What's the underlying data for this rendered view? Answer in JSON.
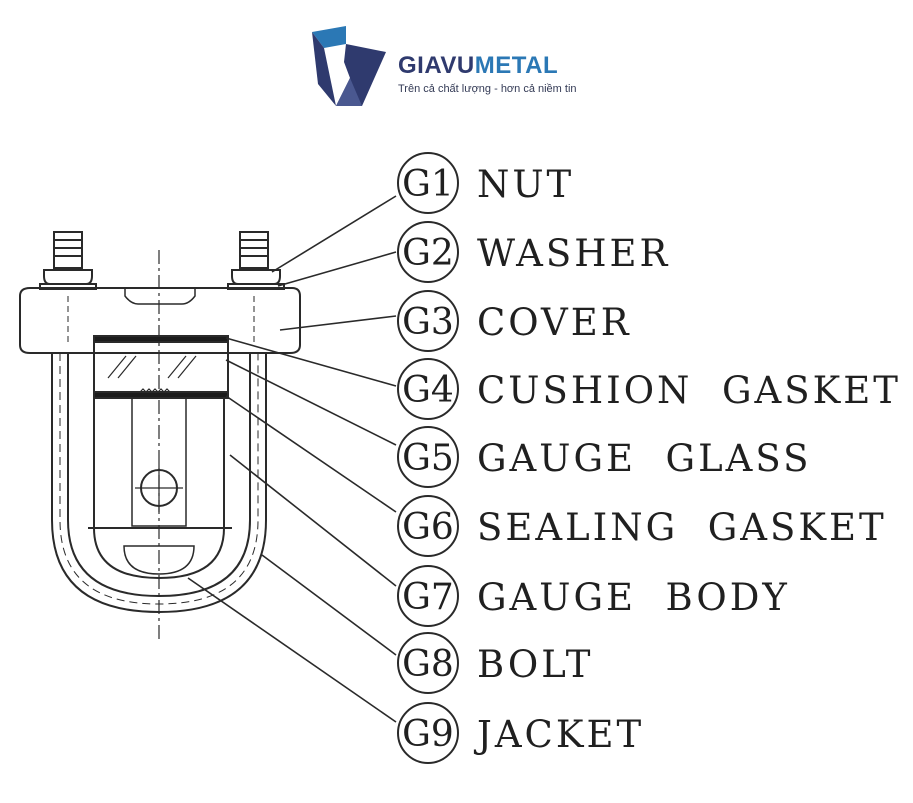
{
  "brand": {
    "name_part1": "GIAVU",
    "name_part2": "METAL",
    "tagline": "Trên cả chất lượng - hơn cả niềm tin",
    "colors": {
      "dark": "#2f3a6e",
      "accent": "#2b78b5"
    }
  },
  "parts": [
    {
      "code": "G1",
      "label": "NUT"
    },
    {
      "code": "G2",
      "label": "WASHER"
    },
    {
      "code": "G3",
      "label": "COVER"
    },
    {
      "code": "G4",
      "label": "CUSHION  GASKET"
    },
    {
      "code": "G5",
      "label": "GAUGE  GLASS"
    },
    {
      "code": "G6",
      "label": "SEALING  GASKET"
    },
    {
      "code": "G7",
      "label": "GAUGE  BODY"
    },
    {
      "code": "G8",
      "label": "BOLT"
    },
    {
      "code": "G9",
      "label": "JACKET"
    }
  ]
}
